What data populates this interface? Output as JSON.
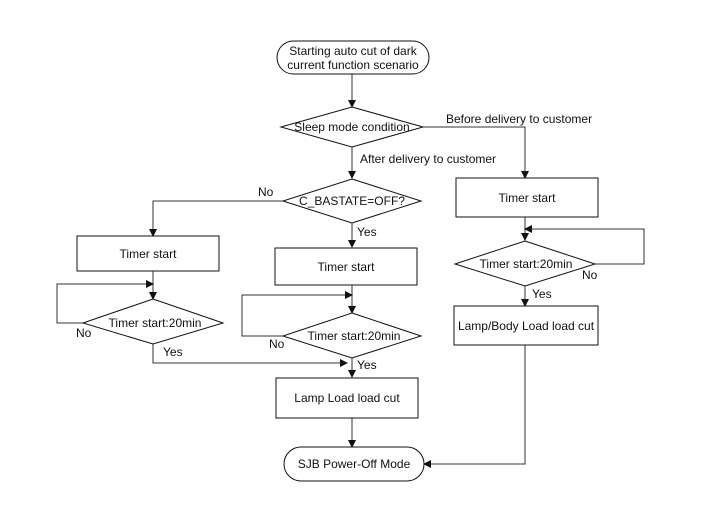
{
  "nodes": {
    "start": {
      "line1": "Starting auto cut of dark",
      "line2": "current function scenario"
    },
    "sleep_condition": "Sleep mode condition",
    "bastate_check": "C_BASTATE=OFF?",
    "timer_left": "Timer start",
    "timer_mid": "Timer start",
    "timer_right": "Timer start",
    "check_left": "Timer start:20min",
    "check_mid": "Timer start:20min",
    "check_right": "Timer start:20min",
    "lamp_cut": "Lamp Load load cut",
    "lamp_body_cut": "Lamp/Body Load load cut",
    "end": "SJB Power-Off Mode"
  },
  "edge_labels": {
    "before_delivery": "Before delivery to customer",
    "after_delivery": "After delivery to customer",
    "bastate_no": "No",
    "bastate_yes": "Yes",
    "left_no": "No",
    "left_yes": "Yes",
    "mid_no": "No",
    "mid_yes": "Yes",
    "right_no": "No",
    "right_yes": "Yes"
  }
}
